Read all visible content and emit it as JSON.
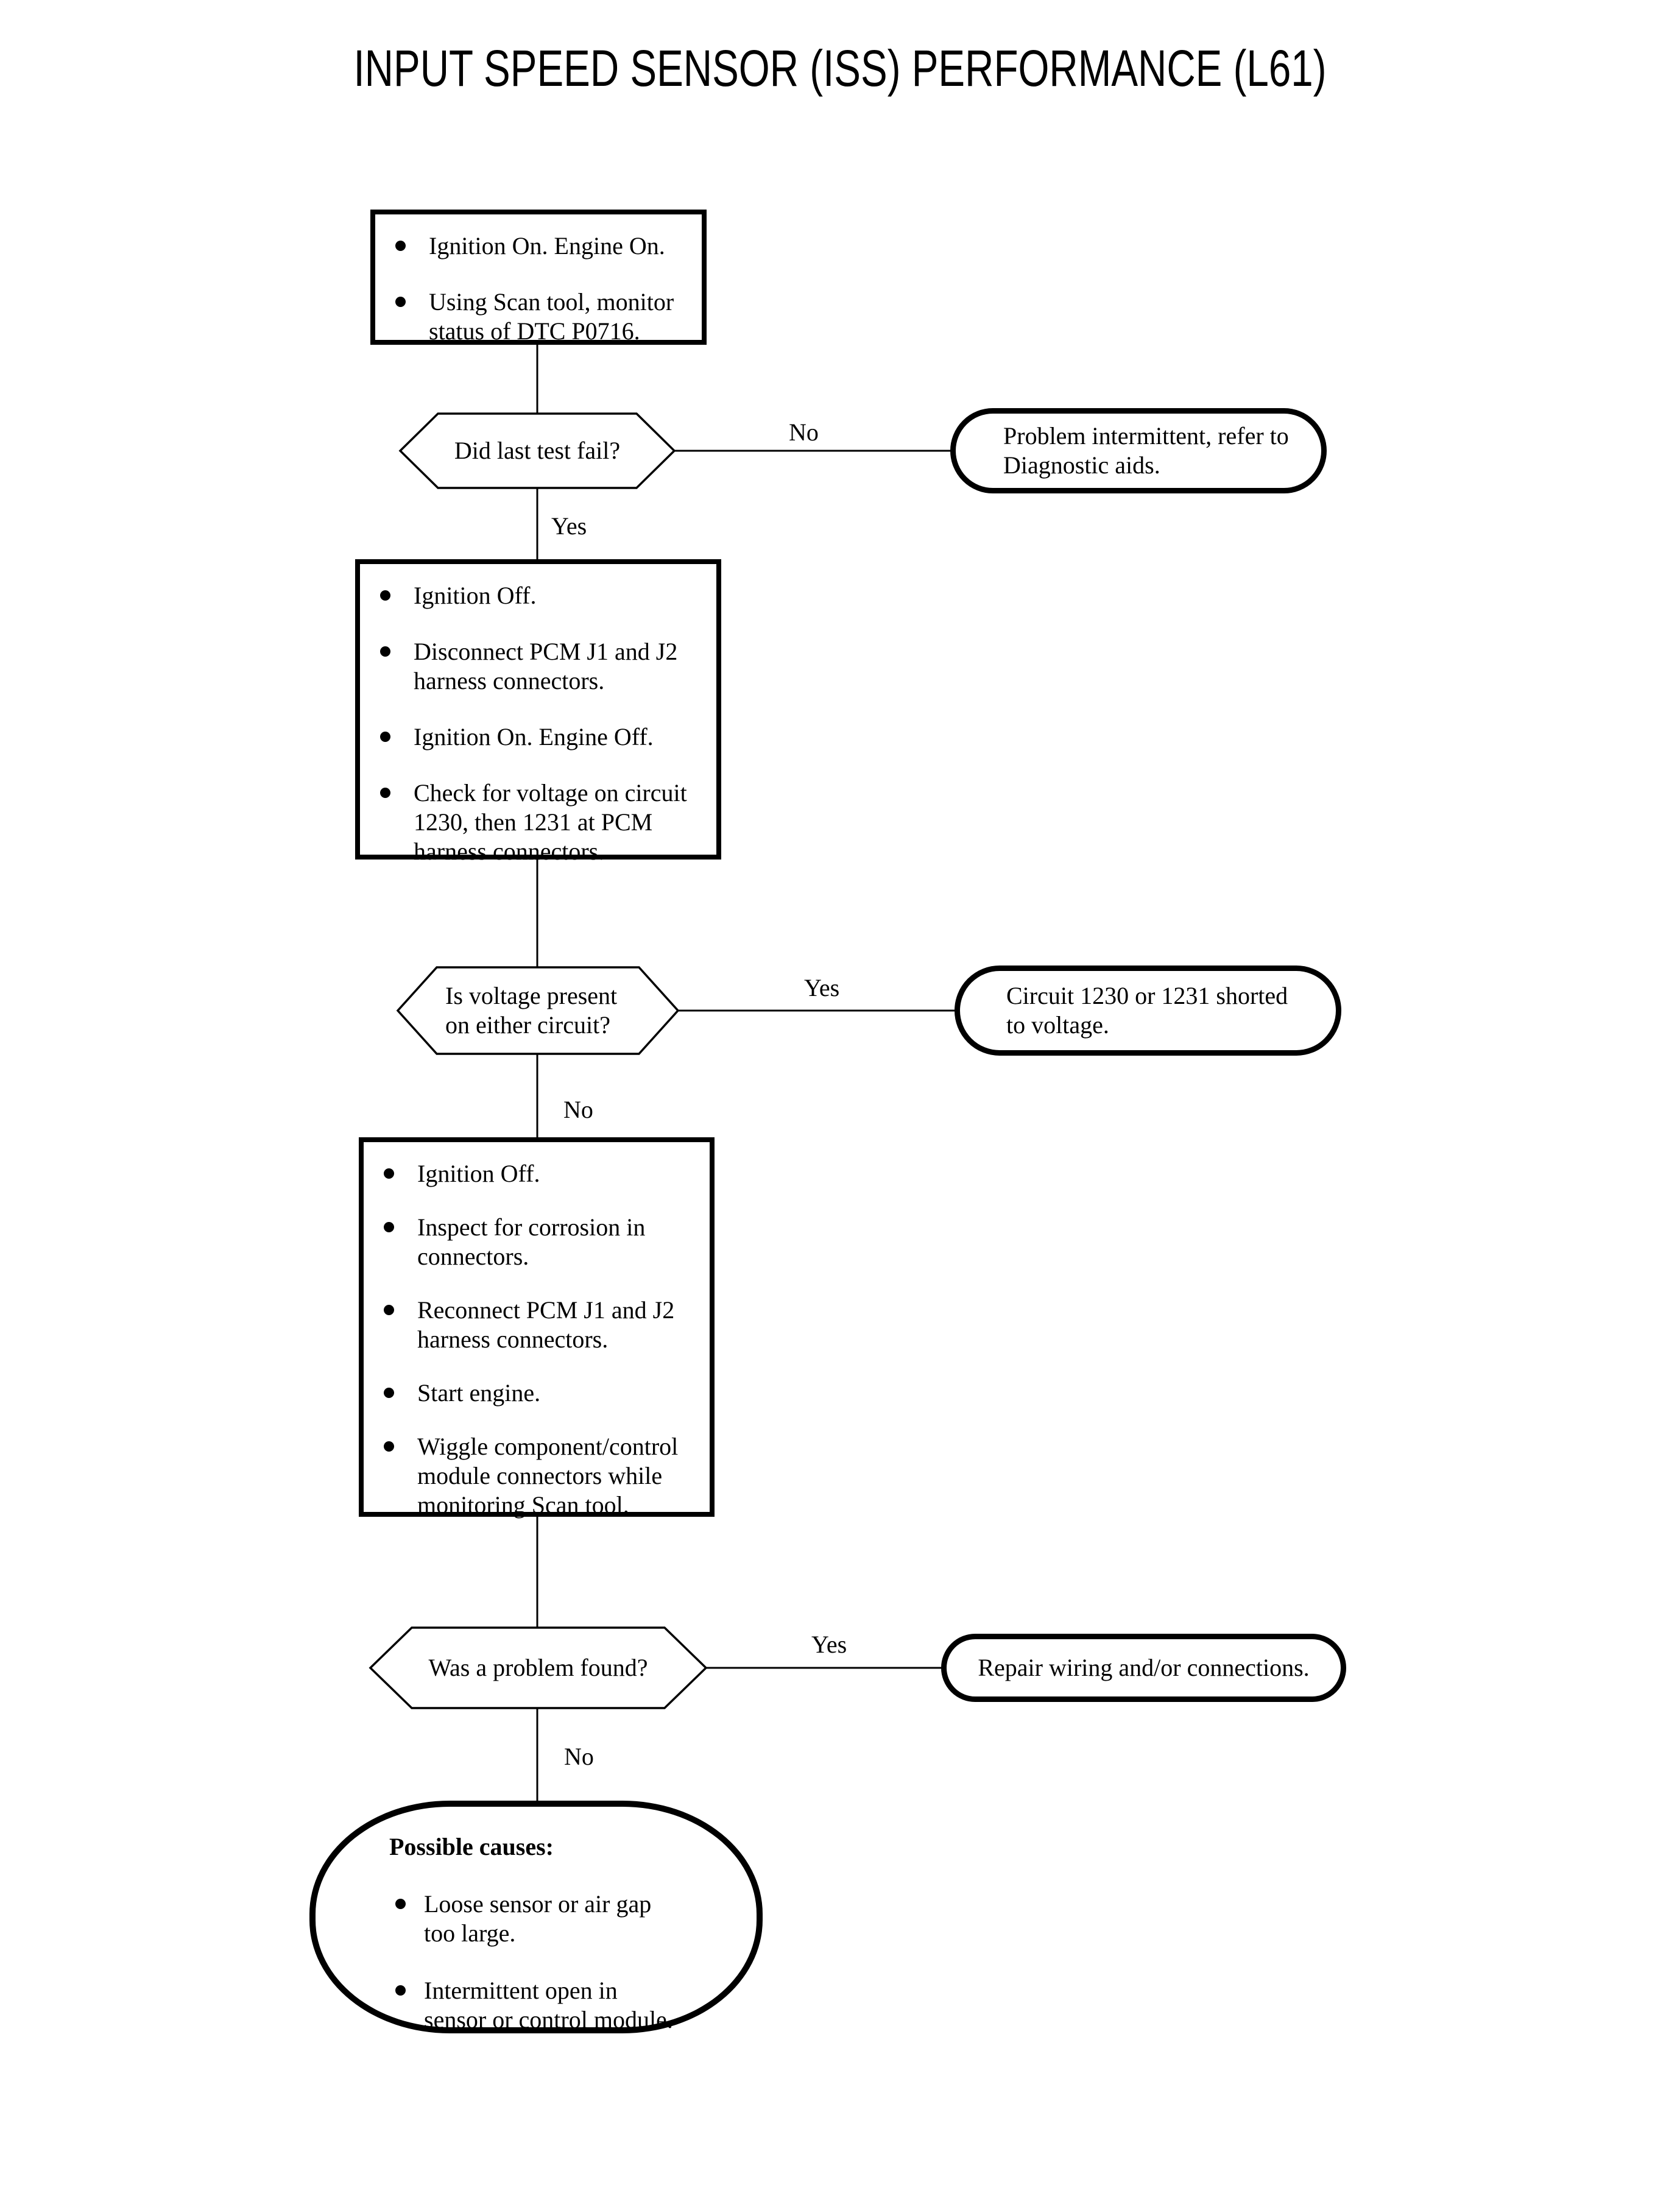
{
  "title": "INPUT SPEED SENSOR (ISS) PERFORMANCE (L61)",
  "colors": {
    "ink": "#000000",
    "paper": "#ffffff"
  },
  "flow": {
    "step1": {
      "items": [
        [
          "Ignition On. Engine On."
        ],
        [
          "Using Scan tool, monitor",
          "status of DTC P0716."
        ]
      ]
    },
    "decision1": {
      "question": "Did last test fail?",
      "no_label": "No",
      "yes_label": "Yes"
    },
    "terminal1": {
      "text": [
        "Problem intermittent, refer to",
        "Diagnostic aids."
      ]
    },
    "step2": {
      "items": [
        [
          "Ignition Off."
        ],
        [
          "Disconnect PCM J1 and J2",
          "harness connectors."
        ],
        [
          "Ignition On. Engine Off."
        ],
        [
          "Check for voltage on circuit",
          "1230, then 1231 at PCM",
          "harness connectors."
        ]
      ]
    },
    "decision2": {
      "question": [
        "Is voltage present",
        "on either circuit?"
      ],
      "yes_label": "Yes",
      "no_label": "No"
    },
    "terminal2": {
      "text": [
        "Circuit 1230 or 1231 shorted",
        "to voltage."
      ]
    },
    "step3": {
      "items": [
        [
          "Ignition Off."
        ],
        [
          "Inspect for corrosion in",
          "connectors."
        ],
        [
          "Reconnect PCM J1 and J2",
          "harness connectors."
        ],
        [
          "Start engine."
        ],
        [
          "Wiggle component/control",
          "module connectors while",
          "monitoring Scan tool."
        ]
      ]
    },
    "decision3": {
      "question": "Was a problem found?",
      "yes_label": "Yes",
      "no_label": "No"
    },
    "terminal3": {
      "text": [
        "Repair wiring and/or connections."
      ]
    },
    "causes": {
      "heading": "Possible causes:",
      "items": [
        [
          "Loose sensor or air gap",
          "too large."
        ],
        [
          "Intermittent open in",
          "sensor or control module."
        ]
      ]
    }
  }
}
